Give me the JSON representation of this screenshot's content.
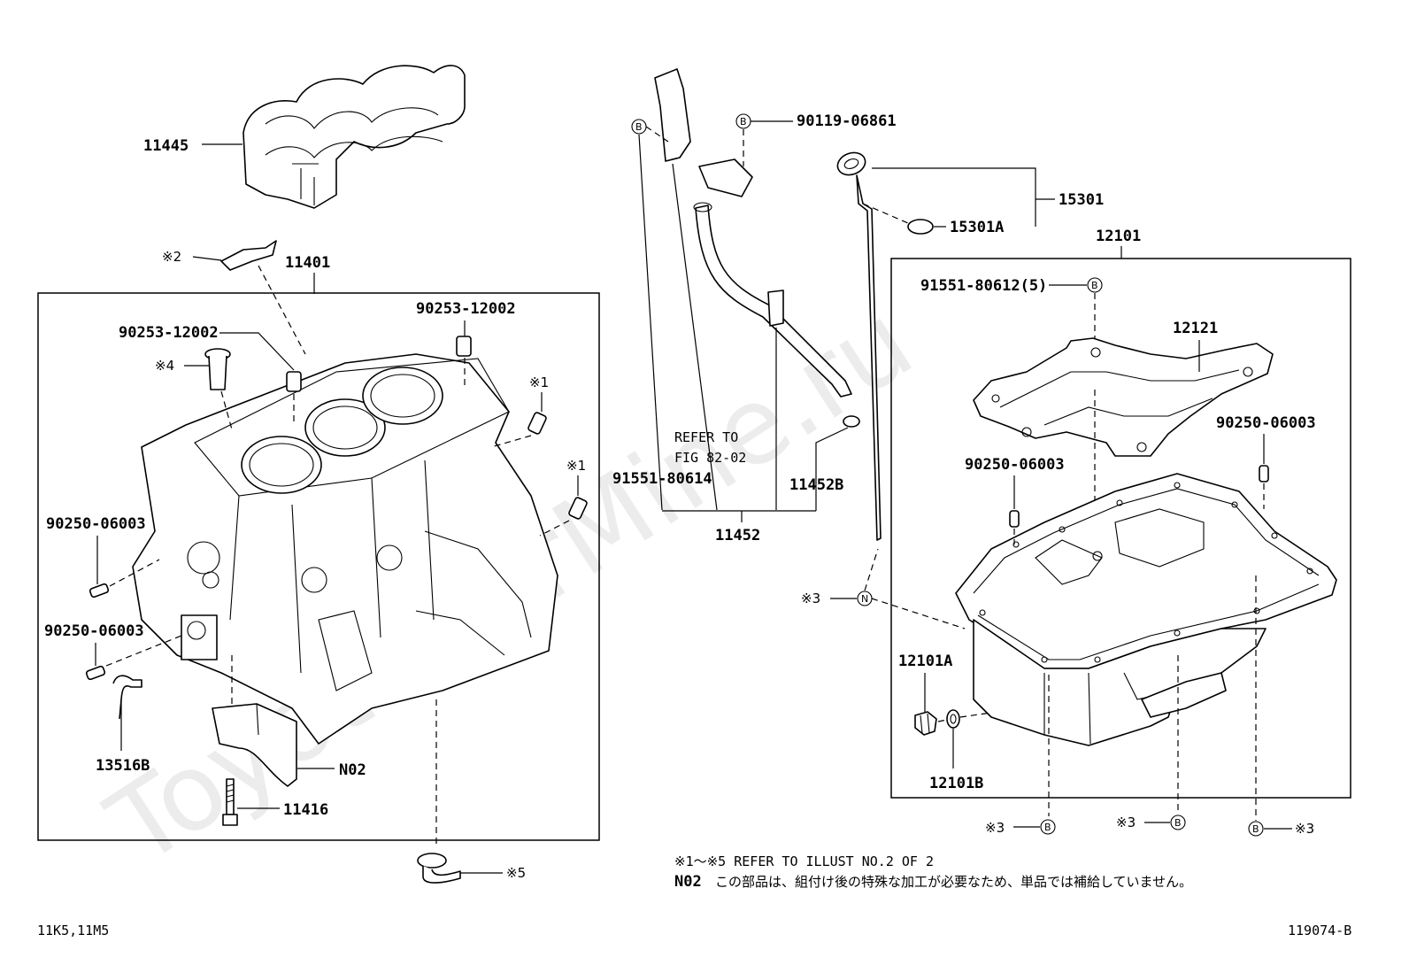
{
  "watermark": "ToyotaCarMine.ru",
  "parts": {
    "p11445": "11445",
    "p11401": "11401",
    "p9025312002a": "90253-12002",
    "p9025312002b": "90253-12002",
    "p9025006003a": "90250-06003",
    "p9025006003b": "90250-06003",
    "p9025006003c": "90250-06003",
    "p9025006003d": "90250-06003",
    "p13516B": "13516B",
    "pN02": "N02",
    "p11416": "11416",
    "p9011906861": "90119-06861",
    "p15301": "15301",
    "p15301A": "15301A",
    "p12101": "12101",
    "p9155180612": "91551-80612(5)",
    "p12121": "12121",
    "p9155180614": "91551-80614",
    "p11452": "11452",
    "p11452B": "11452B",
    "p12101A": "12101A",
    "p12101B": "12101B"
  },
  "refer": {
    "line1": "REFER TO",
    "line2": "FIG 82-02"
  },
  "markers": {
    "m1a": "※1",
    "m1b": "※1",
    "m2": "※2",
    "m3a": "※3",
    "m3b": "※3",
    "m3c": "※3",
    "m3d": "※3",
    "m4": "※4",
    "m5": "※5"
  },
  "circles": {
    "B": "B",
    "N": "N"
  },
  "notes": {
    "line1": "※1～※5 REFER TO ILLUST NO.2 OF 2",
    "code": "N02",
    "line2": "この部品は、組付け後の特殊な加工が必要なため、単品では補給していません。"
  },
  "footer": {
    "models": "11K5,11M5",
    "illust_no": "119074-B"
  }
}
